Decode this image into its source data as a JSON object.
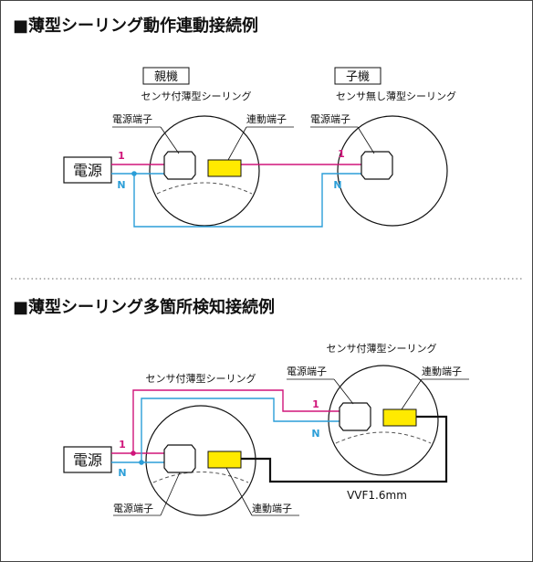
{
  "section1": {
    "title": "■薄型シーリング動作連動接続例",
    "parent_tag": "親機",
    "parent_desc": "センサ付薄型シーリング",
    "child_tag": "子機",
    "child_desc": "センサ無し薄型シーリング",
    "power_label": "電源",
    "power_terminal": "電源端子",
    "link_terminal": "連動端子",
    "child_power_terminal": "電源端子",
    "wire1": "1",
    "wireN": "N",
    "child_wire1": "1",
    "child_wireN": "N"
  },
  "section2": {
    "title": "■薄型シーリング多箇所検知接続例",
    "right_desc": "センサ付薄型シーリング",
    "left_desc": "センサ付薄型シーリング",
    "right_power_terminal": "電源端子",
    "right_link_terminal": "連動端子",
    "left_power_terminal": "電源端子",
    "left_link_terminal": "連動端子",
    "power_label": "電源",
    "cable": "VVF1.6mm",
    "wire1": "1",
    "wireN": "N",
    "right_wire1": "1",
    "right_wireN": "N"
  },
  "colors": {
    "wire_1": "#d0157a",
    "wire_N": "#2b9ed8",
    "terminal_yellow": "#ffea00",
    "link_wire": "#111111"
  }
}
